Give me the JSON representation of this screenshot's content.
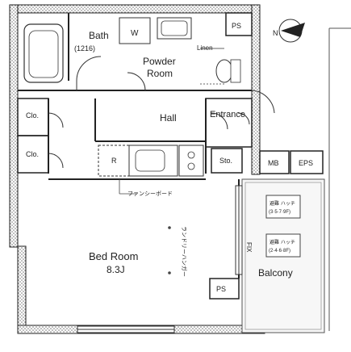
{
  "rooms": {
    "bath": {
      "name": "Bath",
      "size": "(1216)"
    },
    "washer": {
      "label": "W"
    },
    "linen": {
      "label": "Linen"
    },
    "ps_top": {
      "label": "PS"
    },
    "powder": {
      "line1": "Powder",
      "line2": "Room"
    },
    "hall": {
      "label": "Hall"
    },
    "entrance": {
      "label": "Entrance"
    },
    "closet_upper": {
      "label": "Clo."
    },
    "closet_lower": {
      "label": "Clo."
    },
    "fridge": {
      "label": "R"
    },
    "storage": {
      "label": "Sto."
    },
    "mb": {
      "label": "MB"
    },
    "eps": {
      "label": "EPS"
    },
    "bedroom": {
      "name": "Bed Room",
      "size": "8.3J"
    },
    "balcony": {
      "label": "Balcony"
    },
    "ps_bottom": {
      "label": "PS"
    }
  },
  "annotations": {
    "fancy_board": "ファンシーボード",
    "laundry_hanger": "ランドリーハンガー",
    "fix": "FIX",
    "hatch_a_title": "避難 ハッチ",
    "hatch_a_floors": "(3·5·7·9F)",
    "hatch_b_title": "避難 ハッチ",
    "hatch_b_floors": "(2·4·6·8F)"
  },
  "compass": {
    "label": "N"
  },
  "colors": {
    "wall": "#222222",
    "wall_hatch": "#888888",
    "floor": "#ffffff",
    "balcony_floor": "#f2f2f2"
  }
}
